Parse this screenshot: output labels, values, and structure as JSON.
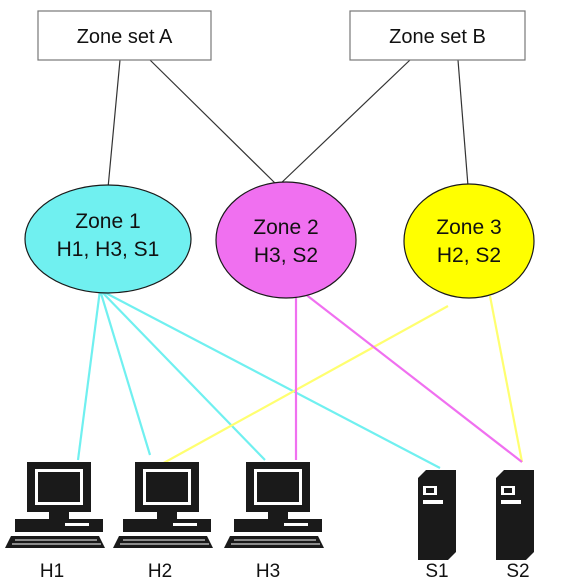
{
  "zone_sets": [
    {
      "id": "A",
      "label": "Zone set A"
    },
    {
      "id": "B",
      "label": "Zone set B"
    }
  ],
  "zones": [
    {
      "id": "1",
      "title": "Zone 1",
      "members": "H1, H3, S1",
      "color": "#70f0f0"
    },
    {
      "id": "2",
      "title": "Zone 2",
      "members": "H3, S2",
      "color": "#f070f0"
    },
    {
      "id": "3",
      "title": "Zone 3",
      "members": "H2, S2",
      "color": "#ffff00"
    }
  ],
  "devices": [
    {
      "id": "H1",
      "label": "H1",
      "kind": "host"
    },
    {
      "id": "H2",
      "label": "H2",
      "kind": "host"
    },
    {
      "id": "H3",
      "label": "H3",
      "kind": "host"
    },
    {
      "id": "S1",
      "label": "S1",
      "kind": "storage"
    },
    {
      "id": "S2",
      "label": "S2",
      "kind": "storage"
    }
  ],
  "zone_set_membership": [
    {
      "set": "A",
      "zone": "1"
    },
    {
      "set": "A",
      "zone": "2"
    },
    {
      "set": "B",
      "zone": "2"
    },
    {
      "set": "B",
      "zone": "3"
    }
  ],
  "zone_membership": [
    {
      "zone": "1",
      "device": "H1"
    },
    {
      "zone": "1",
      "device": "H3"
    },
    {
      "zone": "1",
      "device": "S1"
    },
    {
      "zone": "2",
      "device": "H3"
    },
    {
      "zone": "2",
      "device": "S2"
    },
    {
      "zone": "3",
      "device": "H2"
    },
    {
      "zone": "3",
      "device": "S2"
    }
  ],
  "colors": {
    "zone_set_border": "#777777",
    "zone_set_line": "#333333",
    "zone_1_link": "#70f0f0",
    "zone_2_link": "#f070f0",
    "zone_3_link": "#ffff70"
  }
}
